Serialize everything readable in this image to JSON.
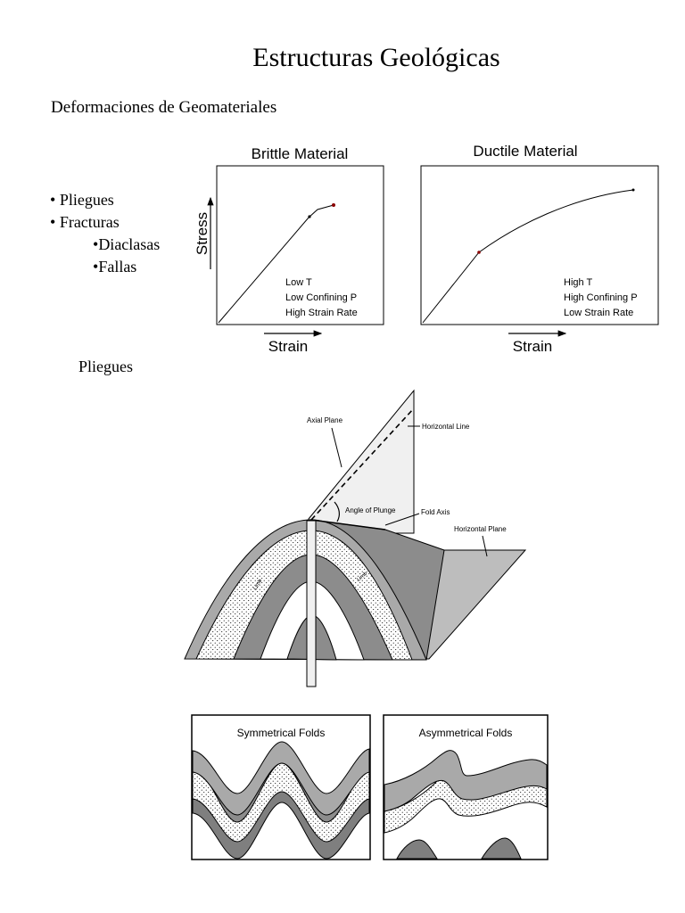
{
  "page": {
    "title": "Estructuras Geológicas",
    "subtitle": "Deformaciones de Geomateriales",
    "section_heading": "Pliegues"
  },
  "list": {
    "items": [
      {
        "bullet": "•",
        "label": "Pliegues",
        "level": 0
      },
      {
        "bullet": "•",
        "label": "Fracturas",
        "level": 0
      },
      {
        "bullet": "•",
        "label": "Diaclasas",
        "level": 1
      },
      {
        "bullet": "•",
        "label": "Fallas",
        "level": 1
      }
    ]
  },
  "stress_strain": {
    "brittle": {
      "title": "Brittle Material",
      "ylabel": "Stress",
      "xlabel": "Strain",
      "conditions": [
        "Low T",
        "Low Confining P",
        "High Strain Rate"
      ]
    },
    "ductile": {
      "title": "Ductile Material",
      "xlabel": "Strain",
      "conditions": [
        "High T",
        "High Confining P",
        "Low Strain Rate"
      ]
    }
  },
  "fold_diagram": {
    "labels": {
      "axial_plane": "Axial Plane",
      "horizontal_line": "Horizontal Line",
      "angle_of_plunge": "Angle of Plunge",
      "fold_axis": "Fold Axis",
      "horizontal_plane": "Horizontal Plane",
      "limb": "Limb"
    }
  },
  "fold_types": {
    "symmetrical": "Symmetrical Folds",
    "asymmetrical": "Asymmetrical Folds"
  },
  "colors": {
    "dark_gray": "#8c8c8c",
    "mid_gray": "#a9a9a9",
    "light_gray": "#cfcfcf",
    "pale_gray": "#efefef",
    "ink": "#000000"
  }
}
